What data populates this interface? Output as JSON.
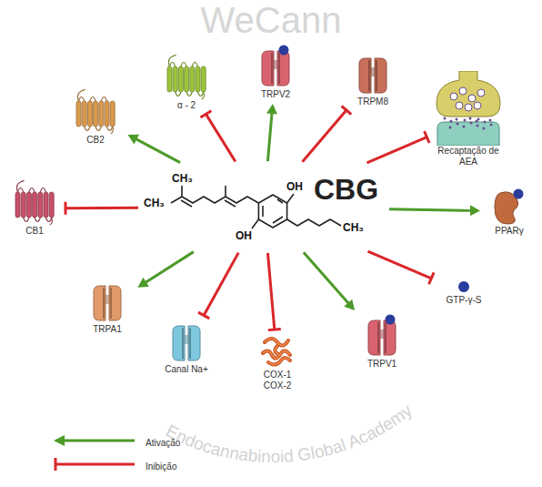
{
  "diagram": {
    "nodes": [
      {
        "text": [
          "CB2"
        ]
      },
      {
        "text": [
          "α - 2"
        ]
      },
      {
        "text": [
          "TRPV2"
        ]
      },
      {
        "text": [
          "TRPM8"
        ]
      },
      {
        "text": [
          "Recaptação de AEA"
        ]
      },
      {
        "text": [
          "CB1"
        ]
      },
      {
        "text": [
          "CBG"
        ]
      },
      {
        "text": [
          "PPARγ"
        ]
      },
      {
        "text": [
          "TRPA1"
        ]
      },
      {
        "text": [
          "GTP-γ-S"
        ]
      },
      {
        "text": [
          "Canal Na+"
        ]
      },
      {
        "text": [
          "COX-1 COX-2"
        ]
      },
      {
        "text": [
          "TRPV1"
        ]
      }
    ],
    "edges": [
      {
        "from": 6,
        "to": 0,
        "arrow": "to"
      },
      {
        "from": 6,
        "to": 1,
        "arrow": "to"
      },
      {
        "from": 6,
        "to": 2,
        "arrow": "to"
      },
      {
        "from": 6,
        "to": 3,
        "arrow": "to"
      },
      {
        "from": 6,
        "to": 4,
        "arrow": "to"
      },
      {
        "from": 6,
        "to": 5,
        "arrow": "to"
      },
      {
        "from": 6,
        "to": 7,
        "arrow": "to"
      },
      {
        "from": 6,
        "to": 8,
        "arrow": "to"
      },
      {
        "from": 6,
        "to": 9,
        "arrow": "to"
      },
      {
        "from": 6,
        "to": 10,
        "arrow": "to"
      },
      {
        "from": 6,
        "to": 11,
        "arrow": "to"
      },
      {
        "from": 6,
        "to": 12,
        "arrow": "to"
      }
    ],
    "labels": [
      "CH₃",
      "CH₃",
      "CH₃",
      "OH",
      "OH",
      "WeCann",
      "Endocannabinoid Global Academy"
    ],
    "legend": [
      {
        "text": "Ativação"
      },
      {
        "text": "Inibição"
      }
    ]
  }
}
